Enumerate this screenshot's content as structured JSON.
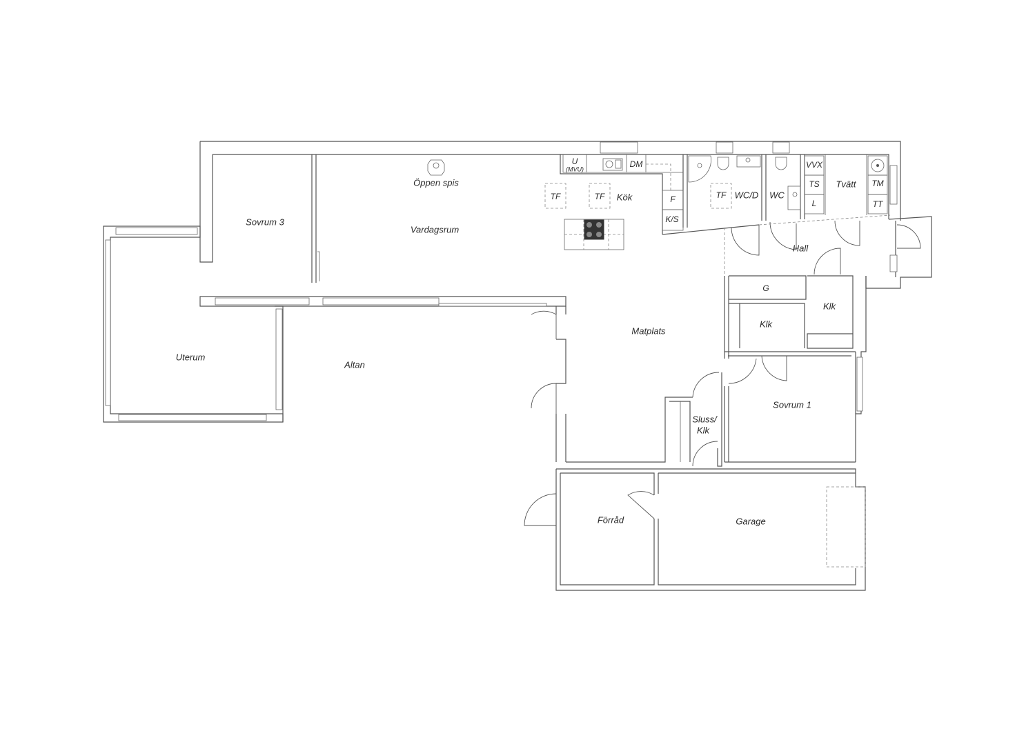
{
  "rooms": {
    "sovrum3": "Sovrum 3",
    "vardagsrum": "Vardagsrum",
    "oppen_spis": "Öppen spis",
    "kok": "Kök",
    "uterum": "Uterum",
    "altan": "Altan",
    "matplats": "Matplats",
    "wcd": "WC/D",
    "wc": "WC",
    "tvatt": "Tvätt",
    "hall": "Hall",
    "klk_center": "Klk",
    "klk_right": "Klk",
    "sovrum1": "Sovrum 1",
    "sluss_1": "Sluss/",
    "sluss_2": "Klk",
    "forrad": "Förråd",
    "garage": "Garage"
  },
  "fixtures": {
    "u": "U",
    "mvu": "(MVU)",
    "dm": "DM",
    "f": "F",
    "ks": "K/S",
    "tf_1": "TF",
    "tf_2": "TF",
    "tf_3": "TF",
    "vvx": "VVX",
    "ts": "TS",
    "l": "L",
    "tm": "TM",
    "tt": "TT",
    "g": "G"
  }
}
